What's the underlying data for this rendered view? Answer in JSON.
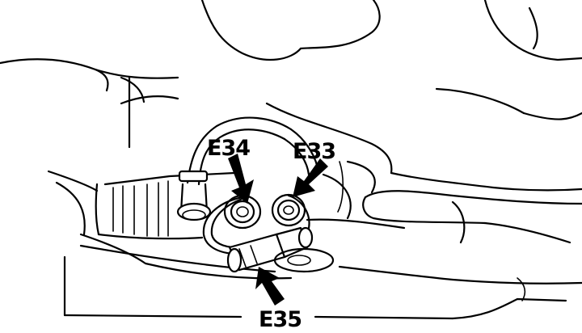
{
  "diagram": {
    "callouts": [
      {
        "id": "E34",
        "label": "E34"
      },
      {
        "id": "E33",
        "label": "E33"
      },
      {
        "id": "E35",
        "label": "E35"
      }
    ]
  }
}
